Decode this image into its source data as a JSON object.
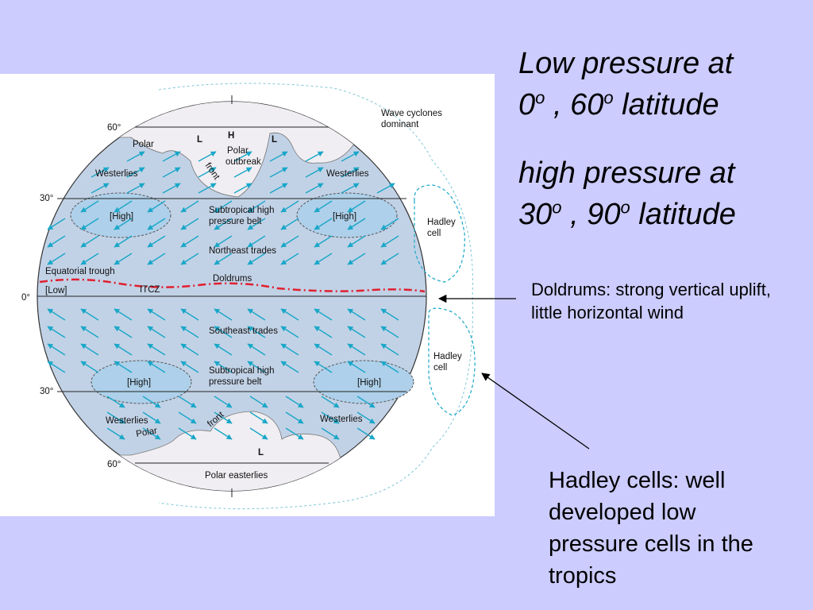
{
  "headline_low": {
    "prefix": "Low pressure at",
    "a": "0",
    "b": ", 60",
    "c": "latitude",
    "sup": "o"
  },
  "headline_high": {
    "prefix": "high pressure at",
    "a": "30",
    "b": ", 90",
    "c": "latitude",
    "sup": "o"
  },
  "notes": {
    "doldrums": "Doldrums: strong vertical uplift, little horizontal wind",
    "hadley": "Hadley cells: well developed low pressure cells in the tropics"
  },
  "diagram": {
    "latitudes": {
      "n60": "60°",
      "n30": "30°",
      "eq": "0°",
      "s30": "30°",
      "s60": "60°"
    },
    "labels": {
      "wave_cyclones": "Wave cyclones",
      "dominant": "dominant",
      "polar_n": "Polar",
      "L": "L",
      "H": "H",
      "polar_outbreak_1": "Polar",
      "polar_outbreak_2": "outbreak",
      "front": "front",
      "westerlies": "Westerlies",
      "high": "[High]",
      "subtropical_1": "Subtropical high",
      "subtropical_2": "pressure belt",
      "ne_trades": "Northeast trades",
      "hadley_cell_1": "Hadley",
      "hadley_cell_2": "cell",
      "eq_trough": "Equatorial trough",
      "low": "[Low]",
      "itcz": "ITCZ",
      "doldrums": "Doldrums",
      "se_trades": "Southeast trades",
      "polar_s": "Polar",
      "polar_easterlies": "Polar easterlies"
    },
    "colors": {
      "sphere": "#c2d2e6",
      "polar_cap": "#f0eef2",
      "high_cell": "#aed0ea",
      "arrow": "#1aa7c8",
      "itcz": "#e02030"
    }
  }
}
